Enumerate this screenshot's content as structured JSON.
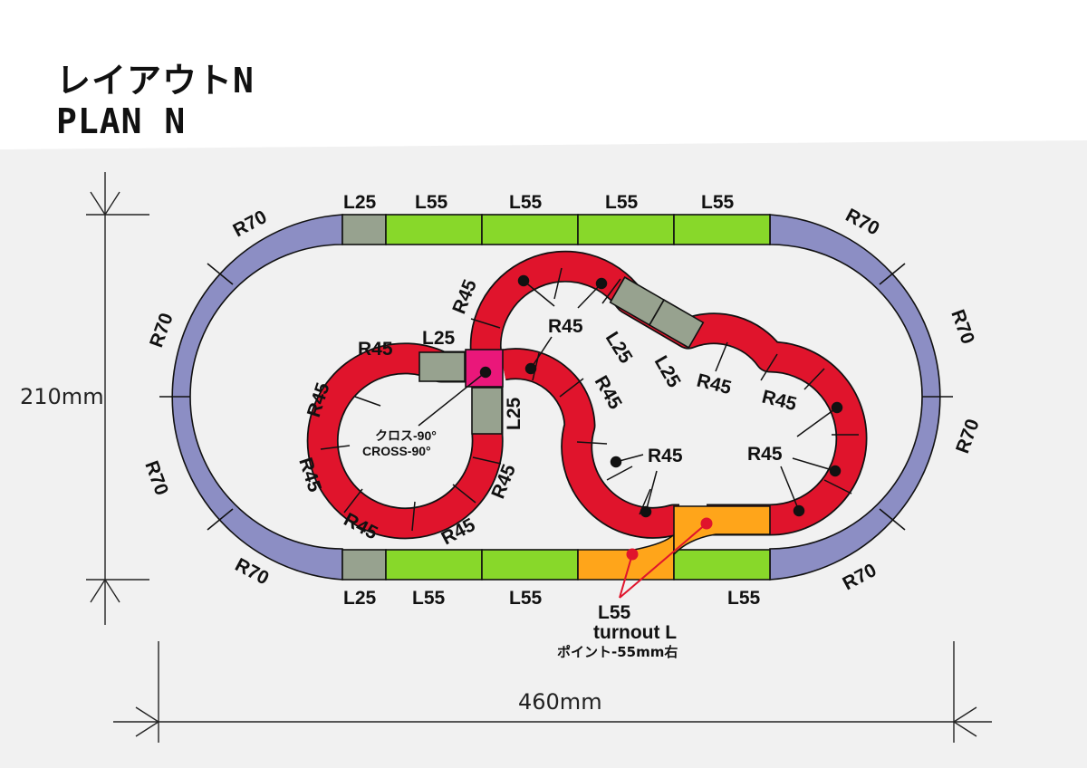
{
  "title": {
    "line1": "レイアウトN",
    "line2": "PLAN N"
  },
  "dimensions": {
    "height": "210mm",
    "width": "460mm"
  },
  "colors": {
    "r70": "#8c8ec4",
    "r45": "#e0142c",
    "l25": "#97a28f",
    "l55": "#88d82a",
    "turnout": "#ffa51a",
    "crossing": "#ea177a",
    "outline": "#111111",
    "background": "#f1f1f1"
  },
  "labels": {
    "r70": "R70",
    "r45": "R45",
    "l25": "L25",
    "l55": "L55",
    "l25_vertical": "L25"
  },
  "crossing": {
    "line1": "クロス-90°",
    "line2": "CROSS-90°"
  },
  "turnout": {
    "name": "L55",
    "line1": "turnout L",
    "line2": "ポイント-55mm右"
  }
}
